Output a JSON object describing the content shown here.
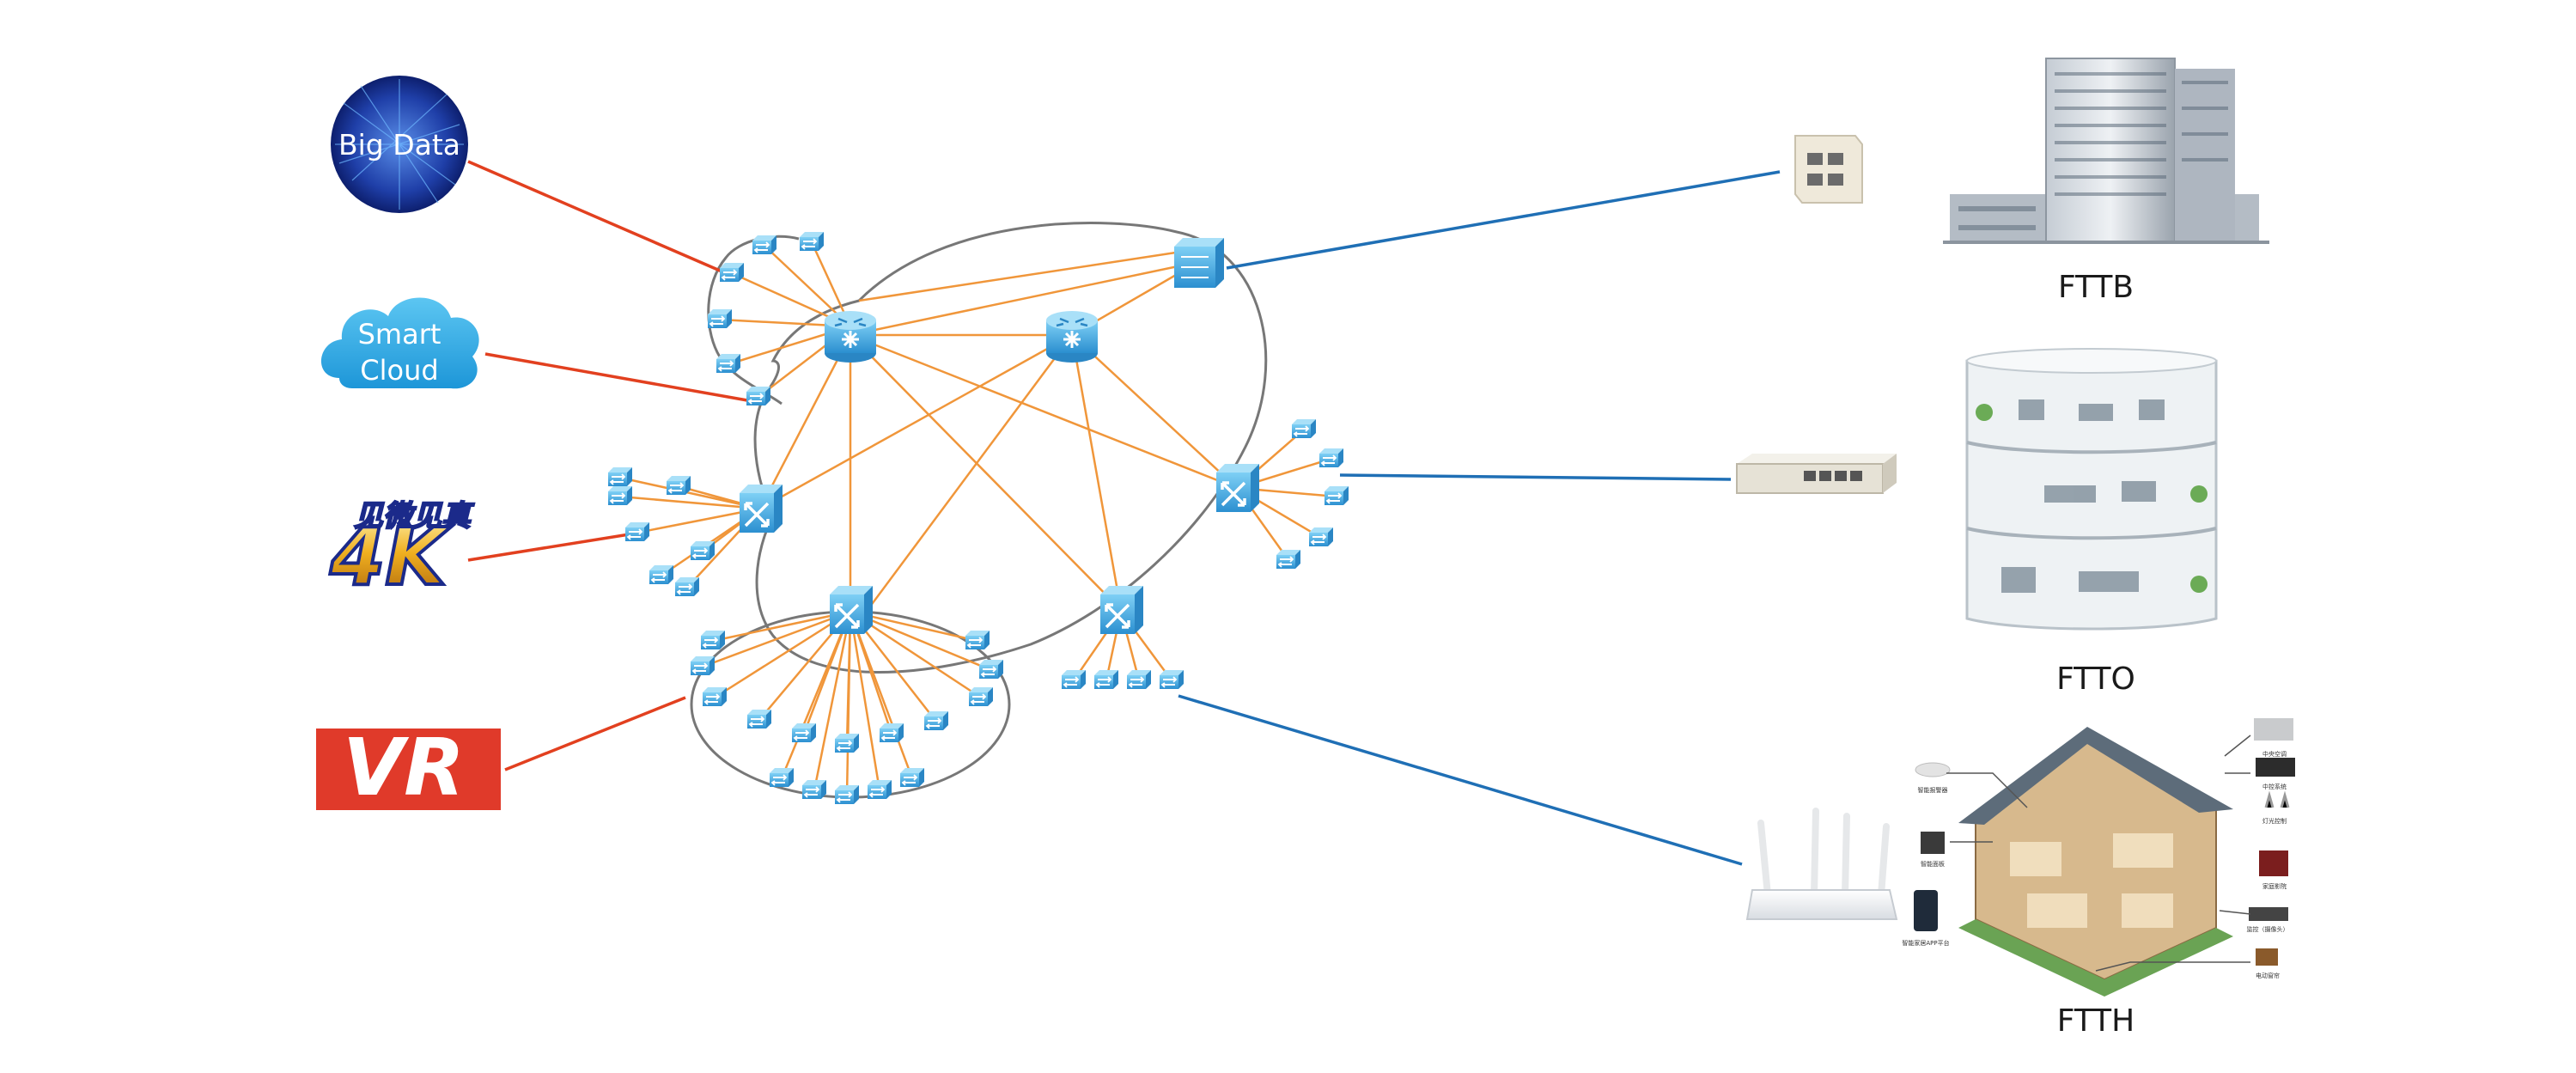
{
  "services": {
    "big_data": "Big Data",
    "smart_cloud_line1": "Smart",
    "smart_cloud_line2": "Cloud",
    "fourk_chinese": "见微见真",
    "fourk": "4K",
    "vr": "VR"
  },
  "access": {
    "fttb": "FTTB",
    "ftto": "FTTO",
    "ftth": "FTTH"
  },
  "ftth_callouts": [
    "智能报警器",
    "智能面板",
    "智能家居APP平台",
    "中央空调",
    "中控系统",
    "灯光控制",
    "家庭影院",
    "监控（摄像头）",
    "电动窗帘"
  ],
  "colors": {
    "service_link": "#e2401f",
    "access_link": "#1f6fb5",
    "mesh_link": "#f0963a",
    "ring": "#777777",
    "device": "#3aa6e0",
    "label": "#1a1a1a"
  }
}
